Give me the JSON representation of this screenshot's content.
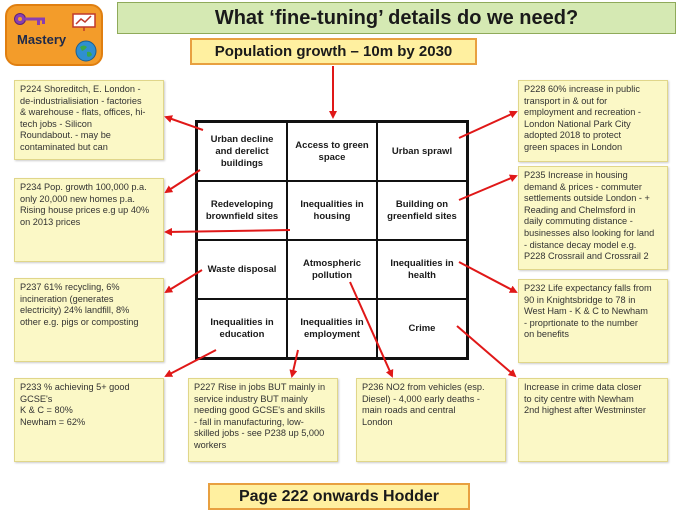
{
  "badge": {
    "label": "Mastery"
  },
  "title": "What ‘fine-tuning’ details do we need?",
  "subtitle": "Population growth – 10m by 2030",
  "footer": "Page 222 onwards Hodder",
  "grid": [
    [
      "Urban decline|and derelict|buildings",
      "Access to green|space",
      "Urban sprawl"
    ],
    [
      "Redeveloping|brownfield sites",
      "Inequalities in|housing",
      "Building on|greenfield sites"
    ],
    [
      "Waste disposal",
      "Atmospheric|pollution",
      "Inequalities in|health"
    ],
    [
      "Inequalities in|education",
      "Inequalities in|employment",
      "Crime"
    ]
  ],
  "notes": {
    "p224": [
      "P224 Shoreditch, E. London -",
      "de-industrialisiation - factories",
      "& warehouse - flats, offices, hi-",
      "tech jobs - Silicon",
      "Roundabout. - may be",
      "contaminated but can"
    ],
    "p234": [
      "P234 Pop. growth 100,000 p.a.",
      "only 20,000 new homes p.a.",
      "Rising house prices e.g up 40%",
      "on 2013 prices"
    ],
    "p237": [
      "P237 61% recycling, 6%",
      "incineration (generates",
      "electricity) 24% landfill, 8%",
      "other e.g. pigs or composting"
    ],
    "p233": [
      "P233 % achieving 5+ good",
      "GCSE's",
      "K & C = 80%",
      "Newham = 62%"
    ],
    "p227": [
      "P227 Rise in jobs BUT mainly in",
      "service industry BUT mainly",
      "needing good GCSE's and skills",
      "- fall in manufacturing, low-",
      "skilled jobs - see P238 up 5,000",
      "workers"
    ],
    "p236": [
      "P236 NO2 from vehicles (esp.",
      "Diesel) - 4,000 early deaths -",
      "main roads and central",
      "London"
    ],
    "crime": [
      "Increase in crime data closer",
      "to city centre with Newham",
      "2nd highest after Westminster"
    ],
    "p228": [
      "P228 60% increase in public",
      "transport in & out for",
      "employment and recreation -",
      "London National Park City",
      "adopted 2018 to protect",
      "green spaces in London"
    ],
    "p235": [
      "P235 Increase in housing",
      "demand & prices - commuter",
      "settlements outside London - +",
      "Reading and Chelmsford in",
      "daily commuting distance -",
      "businesses also looking for land",
      "- distance decay model e.g.",
      "P228 Crossrail and Crossrail 2"
    ],
    "p232": [
      "P232 Life expectancy falls from",
      "90 in Knightsbridge to 78 in",
      "West Ham - K & C to Newham",
      "- proprtionate to the number",
      "on benefits"
    ]
  },
  "colors": {
    "arrow": "#e01818",
    "note_bg": "#fbf8c6",
    "title_bg": "#d5e9b3",
    "banner_bg": "#fff0a0",
    "badge_bg": "#f39c2a"
  },
  "icons": [
    "key-icon",
    "presentation-board-icon",
    "globe-icon",
    "down-arrow-icon"
  ]
}
